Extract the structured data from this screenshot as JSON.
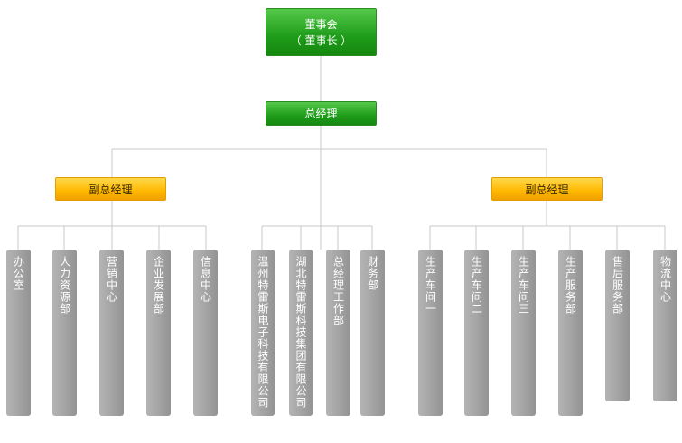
{
  "board": {
    "line1": "董事会",
    "line2": "（ 董事长 ）"
  },
  "general_manager": "总经理",
  "deputy_left": "副总经理",
  "deputy_right": "副总经理",
  "departments": [
    "办公室",
    "人力资源部",
    "营销中心",
    "企业发展部",
    "信息中心",
    "温州特雷斯电子科技有限公司",
    "湖北特雷斯科技集团有限公司",
    "总经理工作部",
    "财务部",
    "生产车间一",
    "生产车间二",
    "生产车间三",
    "生产服务部",
    "售后服务部",
    "物流中心"
  ],
  "colors": {
    "board_green": "#1f9c1a",
    "deputy_orange": "#ffb800",
    "department_gray": "#a6a6a6",
    "connector": "#c8c8c8"
  }
}
